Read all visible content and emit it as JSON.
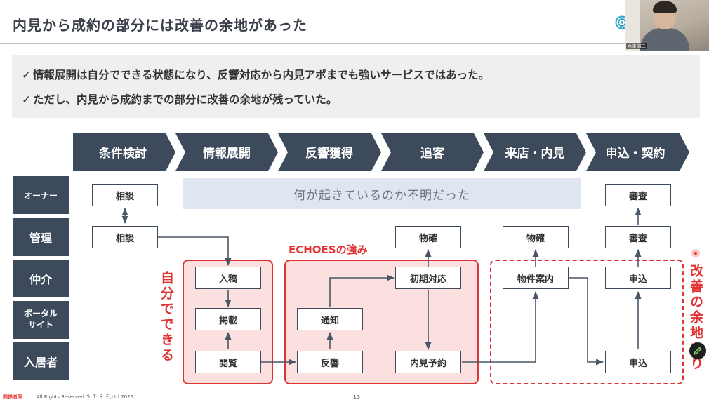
{
  "slide": {
    "title": "内見から成約の部分には改善の余地があった",
    "summary": [
      "情報展開は自分でできる状態になり、反響対応から内見アポまでも強いサービスではあった。",
      "ただし、内見から成約までの部分に改善の余地が残っていた。"
    ],
    "check_mark": "✓",
    "footer_confidential": "関係者限",
    "footer_copyright": "All Rights Reserved Ｓ Ｉ Ｒ Ｅ,Ltd 2025",
    "page_number": "13"
  },
  "webcam": {
    "name_tag": "木津 雄二"
  },
  "diagram": {
    "phases": [
      "条件検討",
      "情報展開",
      "反響獲得",
      "追客",
      "来店・内見",
      "申込・契約"
    ],
    "lanes": [
      "オーナー",
      "管理",
      "仲介",
      "ポータル\nサイト",
      "入居者"
    ],
    "nodes": {
      "owner_consult": "相談",
      "mgmt_consult": "相談",
      "listing": "入稿",
      "posting": "掲載",
      "browsing": "閲覧",
      "notify": "通知",
      "response": "反響",
      "mgmt_verify_1": "物確",
      "initial_response": "初期対応",
      "viewing_reservation": "内見予約",
      "mgmt_verify_2": "物確",
      "property_tour": "物件案内",
      "owner_review": "審査",
      "mgmt_review": "審査",
      "broker_apply": "申込",
      "tenant_apply": "申込"
    },
    "unknown_note": "何が起きているのか不明だった",
    "labels": {
      "self_service": "自分でできる",
      "echoes_strength": "ECHOESの強み",
      "room_for_improvement": "改善の余地あり"
    },
    "colors": {
      "header_dark": "#3c4a5c",
      "accent_red": "#e03434",
      "unknown_bg": "#dfe6f1"
    }
  }
}
